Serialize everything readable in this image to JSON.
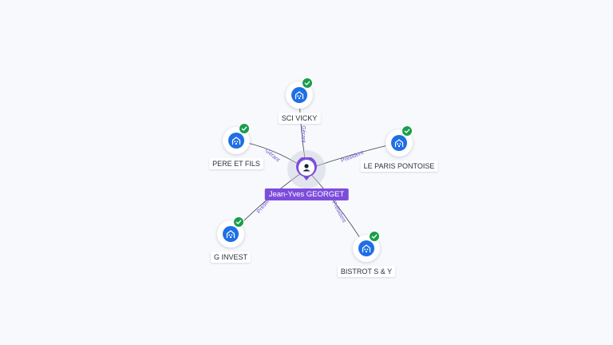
{
  "center": {
    "name": "Jean-Yves GEORGET",
    "icon": "person-icon"
  },
  "companies": [
    {
      "id": "sci-vicky",
      "name": "SCI VICKY",
      "relation": "Gérant",
      "verified": true,
      "icon": "building-icon"
    },
    {
      "id": "pere-et-fils",
      "name": "PERE ET FILS",
      "relation": "Gérant",
      "verified": true,
      "icon": "building-icon"
    },
    {
      "id": "le-paris-pontoise",
      "name": "LE PARIS PONTOISE",
      "relation": "Président",
      "verified": true,
      "icon": "building-icon"
    },
    {
      "id": "g-invest",
      "name": "G INVEST",
      "relation": "Président",
      "verified": true,
      "icon": "building-icon"
    },
    {
      "id": "bistrot-s-y",
      "name": "BISTROT S & Y",
      "relation": "Président",
      "verified": true,
      "icon": "building-icon"
    }
  ],
  "colors": {
    "background": "#f8f9fc",
    "company_fill": "#1f6fe5",
    "person_pin": "#7c4ddb",
    "verified_badge": "#1a9e4b",
    "edge": "#3a3f4b",
    "edge_label": "#6b5bd6"
  }
}
